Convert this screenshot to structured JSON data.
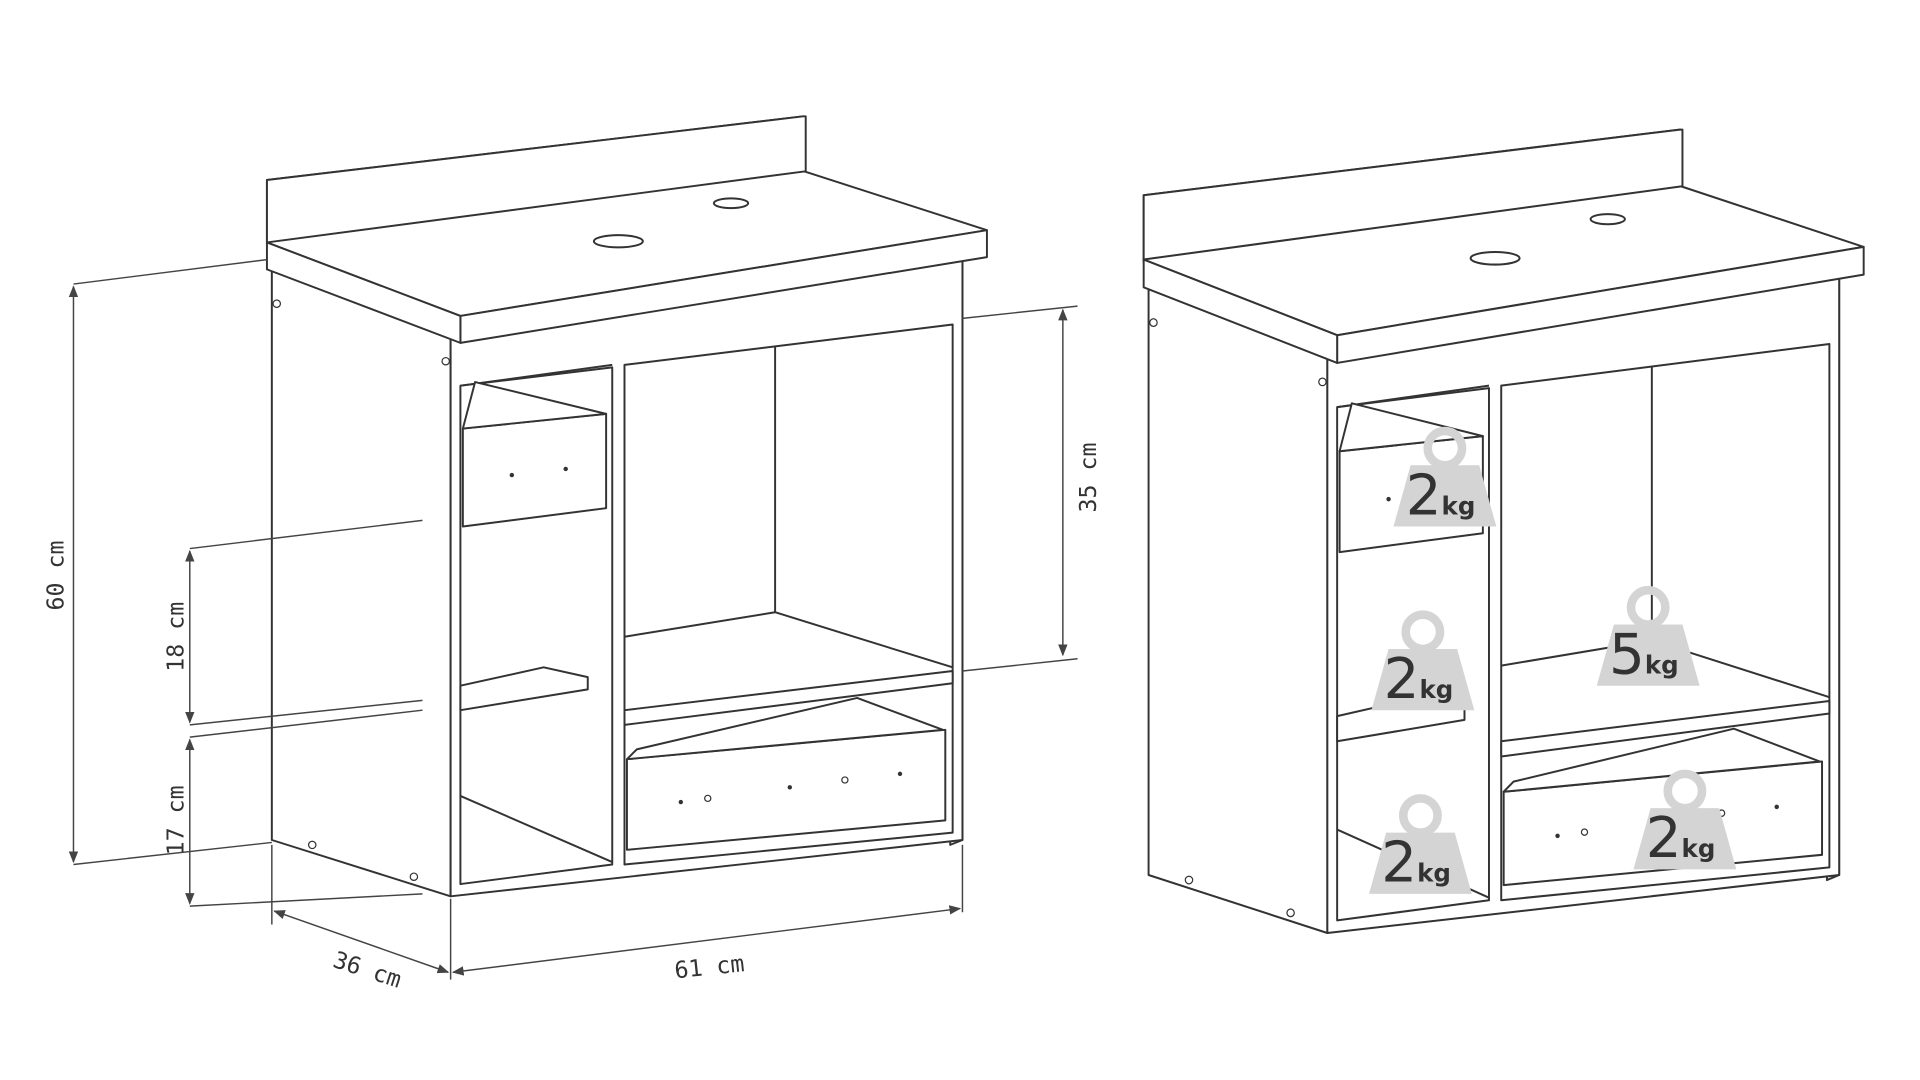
{
  "dimensions": {
    "height_total": "60 cm",
    "height_shelf": "18 cm",
    "height_bottom": "17 cm",
    "height_right": "35 cm",
    "depth": "36 cm",
    "width": "61 cm"
  },
  "weights": [
    {
      "value": "2",
      "unit": "kg"
    },
    {
      "value": "2",
      "unit": "kg"
    },
    {
      "value": "2",
      "unit": "kg"
    },
    {
      "value": "5",
      "unit": "kg"
    },
    {
      "value": "2",
      "unit": "kg"
    }
  ]
}
